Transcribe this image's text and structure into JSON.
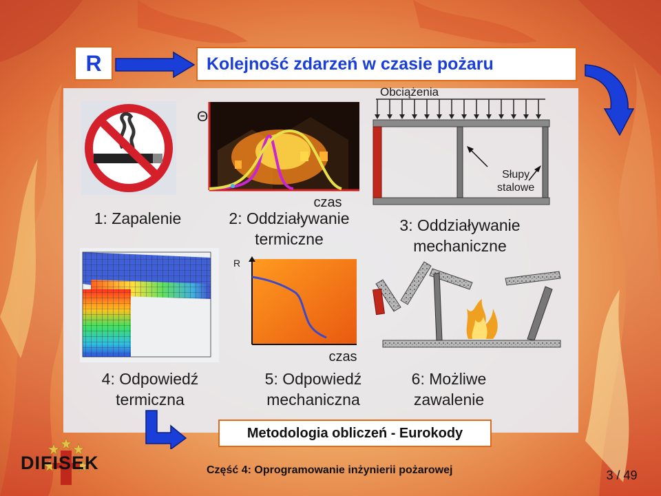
{
  "header": {
    "r_label": "R",
    "title": "Kolejność zdarzeń w czasie pożaru"
  },
  "diagram": {
    "loads_label": "Obciążenia",
    "theta_label": "Θ",
    "time_label_top": "czas",
    "columns_label_line1": "Słupy",
    "columns_label_line2": "stalowe",
    "r_axis_label": "R",
    "time_label_bottom": "czas",
    "steps": [
      {
        "line1": "1: Zapalenie",
        "line2": ""
      },
      {
        "line1": "2: Oddziaływanie",
        "line2": "termiczne"
      },
      {
        "line1": "3: Oddziaływanie",
        "line2": "mechaniczne"
      },
      {
        "line1": "4: Odpowiedź",
        "line2": "termiczna"
      },
      {
        "line1": "5: Odpowiedź",
        "line2": "mechaniczna"
      },
      {
        "line1": "6: Możliwe",
        "line2": "zawalenie"
      }
    ],
    "methodology_label": "Metodologia obliczeń - Eurokody"
  },
  "footer": {
    "logo_text": "DIFISEK",
    "part_label": "Część 4: Oprogramowanie inżynierii pożarowej",
    "page_current": "3",
    "page_total": "49"
  },
  "colors": {
    "accent_blue": "#1a3fd8",
    "border_orange": "#e06a1a",
    "fire_red": "#c0281c",
    "curve_yellow": "#e6e04a",
    "curve_magenta": "#c826d0"
  }
}
